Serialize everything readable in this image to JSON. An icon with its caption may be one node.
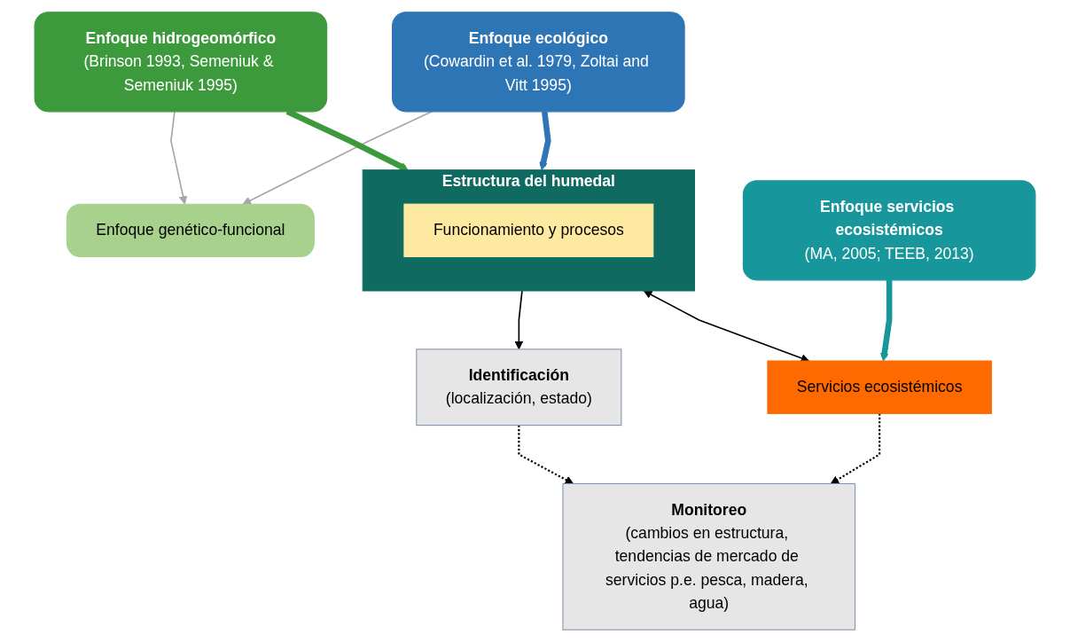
{
  "diagram": {
    "nodes": [
      {
        "text": [
          "Identificación",
          "(localización, estado)"
        ]
      },
      {
        "text": [
          "Monitoreo",
          "(cambios en estructura, tendencias de mercado de servicios p.e. pesca, madera, agua)"
        ]
      },
      {
        "text": [
          "Enfoque hidrogeomórfico",
          "(Brinson 1993, Semeniuk & Semeniuk 1995)"
        ]
      },
      {
        "text": [
          "Estructura del humedal"
        ]
      },
      {
        "text": [
          "Funcionamiento y procesos"
        ],
        "in": 3
      },
      {
        "text": [
          "Enfoque ecológico",
          "(Cowardin et al. 1979, Zoltai and Vitt 1995)"
        ]
      },
      {
        "text": [
          "Enfoque genético-funcional"
        ]
      },
      {
        "text": [
          "Servicios ecosistémicos"
        ]
      },
      {
        "text": [
          "Enfoque servicios ecosistémicos",
          "(MA, 2005; TEEB, 2013)"
        ]
      }
    ],
    "edges": [
      {
        "from": 0,
        "to": 1,
        "arrow": "to",
        "style": "dashed"
      },
      {
        "from": 3,
        "to": 0,
        "arrow": "to"
      },
      {
        "from": 2,
        "to": 3,
        "arrow": "to",
        "style": "thick",
        "color": "#3c9a3c"
      },
      {
        "from": 5,
        "to": 3,
        "arrow": "to",
        "style": "thick",
        "color": "#2e75b6"
      },
      {
        "from": 2,
        "to": 6,
        "arrow": "to",
        "color": "#a6a6a6"
      },
      {
        "from": 5,
        "to": 6,
        "arrow": "to",
        "color": "#a6a6a6"
      },
      {
        "from": 3,
        "to": 7,
        "arrow": "both"
      },
      {
        "from": 7,
        "to": 1,
        "arrow": "to",
        "style": "dashed"
      },
      {
        "from": 8,
        "to": 7,
        "arrow": "to",
        "style": "thick",
        "color": "#17979b"
      }
    ]
  }
}
